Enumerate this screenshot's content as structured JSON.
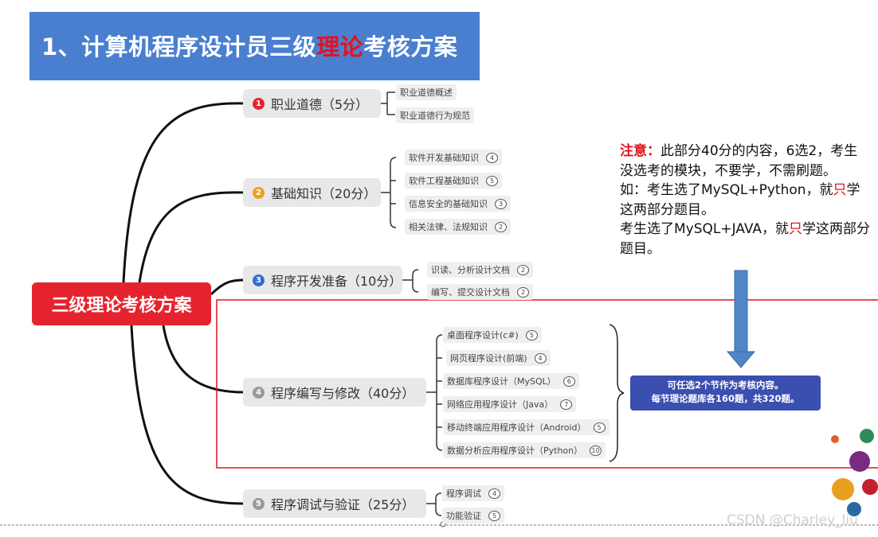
{
  "title": {
    "prefix": "1、计算机程序设计员三级",
    "highlight": "理论",
    "suffix": "考核方案"
  },
  "root": "三级理论考核方案",
  "branches": [
    {
      "num": "1",
      "color": "#e5232f",
      "label": "职业道德（5分）",
      "children": [
        {
          "label": "职业道德概述",
          "count": ""
        },
        {
          "label": "职业道德行为规范",
          "count": ""
        }
      ]
    },
    {
      "num": "2",
      "color": "#f0a020",
      "label": "基础知识（20分）",
      "children": [
        {
          "label": "软件开发基础知识",
          "count": "4"
        },
        {
          "label": "软件工程基础知识",
          "count": "5"
        },
        {
          "label": "信息安全的基础知识",
          "count": "3"
        },
        {
          "label": "相关法律、法规知识",
          "count": "2"
        }
      ]
    },
    {
      "num": "3",
      "color": "#2f6fd0",
      "label": "程序开发准备（10分）",
      "children": [
        {
          "label": "识读、分析设计文档",
          "count": "2"
        },
        {
          "label": "编写、提交设计文档",
          "count": "2"
        }
      ]
    },
    {
      "num": "4",
      "color": "#9a9a9a",
      "label": "程序编写与修改（40分）",
      "children": [
        {
          "label": "桌面程序设计(c#)",
          "count": "5"
        },
        {
          "label": "网页程序设计(前端)",
          "count": "4"
        },
        {
          "label": "数据库程序设计（MySQL）",
          "count": "6"
        },
        {
          "label": "网络应用程序设计（Java）",
          "count": "7"
        },
        {
          "label": "移动终端应用程序设计（Android）",
          "count": "5"
        },
        {
          "label": "数据分析应用程序设计（Python）",
          "count": "10"
        }
      ]
    },
    {
      "num": "5",
      "color": "#9a9a9a",
      "label": "程序调试与验证（25分）",
      "children": [
        {
          "label": "程序调试",
          "count": "4"
        },
        {
          "label": "功能验证",
          "count": "5"
        }
      ]
    }
  ],
  "note": {
    "label": "注意：",
    "line1": "此部分40分的内容，6选2，考生没选考的模块，不要学，不需刷题。",
    "line2a": "如：考生选了MySQL+Python，就",
    "only": "只",
    "line2b": "学这两部分题目。",
    "line3a": "考生选了MySQL+JAVA，就",
    "line3b": "学这两部分题目。"
  },
  "callout": {
    "line1": "可任选2个节作为考核内容。",
    "line2": "每节理论题库各160题，共320题。"
  },
  "watermark": "CSDN @Charley_liu",
  "colors": {
    "title_bg": "#4a7fd0",
    "root_bg": "#e5232f",
    "highlight": "#e0141e",
    "callout_bg": "#3b4fb0",
    "arrow": "#4f86c6"
  }
}
